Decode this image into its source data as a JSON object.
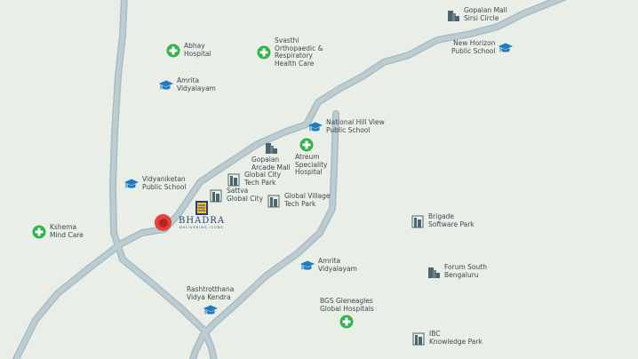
{
  "map": {
    "colors": {
      "background": "#e9efe6",
      "road": "#b3c4ca",
      "hospital": "#2fb34a",
      "school": "#1f7ac2",
      "building": "#4d6570",
      "pin": "#e8403a",
      "brand": "#2a3f7a",
      "brand_accent": "#f2c230"
    },
    "project": {
      "name": "BHADRA",
      "tagline": "DELIVERING ICONS"
    },
    "places": [
      {
        "type": "hospital",
        "label": "Abhay\nHospital"
      },
      {
        "type": "hospital",
        "label": "Svasthi\nOrthopaedic &\nRespiratory\nHealth Care"
      },
      {
        "type": "school",
        "label": "Amrita\nVidyalayam"
      },
      {
        "type": "school",
        "label": "National Hill View\nPublic School"
      },
      {
        "type": "mall",
        "label": "Gopalan\nArcade Mall"
      },
      {
        "type": "hospital",
        "label": "Atreum\nSpeciality\nHospital"
      },
      {
        "type": "school",
        "label": "Vidyaniketan\nPublic School"
      },
      {
        "type": "office",
        "label": "Global City\nTech Park"
      },
      {
        "type": "office",
        "label": "Sattva\nGlobal City"
      },
      {
        "type": "office",
        "label": "Global Village\nTech Park"
      },
      {
        "type": "hospital",
        "label": "Kshema\nMind Care"
      },
      {
        "type": "school",
        "label": "Amrita\nVidyalayam"
      },
      {
        "type": "school",
        "label": "Rashtrotthana\nVidya Kendra"
      },
      {
        "type": "hospital",
        "label": "BGS Gleneagles\nGlobal Hospitals"
      },
      {
        "type": "mall",
        "label": "Gopalan Mall\nSirsi Circle"
      },
      {
        "type": "school",
        "label": "New Horizon\nPublic School"
      },
      {
        "type": "office",
        "label": "Brigade\nSoftware Park"
      },
      {
        "type": "office",
        "label": "Forum South\nBengaluru"
      },
      {
        "type": "office",
        "label": "IBC\nKnowledge Park"
      }
    ]
  }
}
